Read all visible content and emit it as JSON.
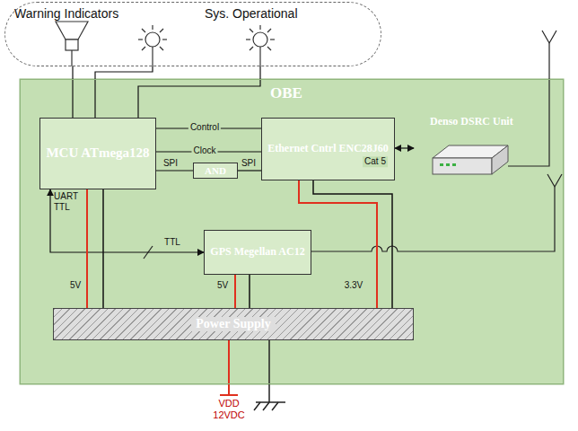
{
  "diagram": {
    "nodes": [
      {
        "text": [
          "Warning Indicators",
          "Sys. Operational"
        ]
      },
      {
        "text": [
          "OBE"
        ]
      },
      {
        "text": [
          "MCU ATmega128"
        ],
        "in": 1
      },
      {
        "text": [
          "Ethernet Cntrl ENC28J60"
        ],
        "in": 1
      },
      {
        "text": [
          "AND"
        ],
        "in": 1
      },
      {
        "text": [
          "Denso DSRC Unit"
        ],
        "in": 1
      },
      {
        "text": [
          "GPS Megellan AC12"
        ],
        "in": 1
      },
      {
        "text": [
          "Power Supply"
        ],
        "in": 1
      }
    ],
    "edges": [
      {
        "from": 2,
        "to": 3,
        "label": "Control",
        "arrow": "none"
      },
      {
        "from": 2,
        "to": 3,
        "label": "Clock",
        "arrow": "none"
      },
      {
        "from": 2,
        "to": 4,
        "label": "SPI",
        "arrow": "none"
      },
      {
        "from": 4,
        "to": 3,
        "label": "SPI",
        "arrow": "none"
      },
      {
        "from": 3,
        "to": 5,
        "label": "Cat 5",
        "arrow": "both"
      },
      {
        "from": 6,
        "to": 2,
        "label": "TTL",
        "arrow": "both"
      },
      {
        "from": 7,
        "to": 2,
        "label": "5V",
        "arrow": "none"
      },
      {
        "from": 7,
        "to": 2,
        "arrow": "none"
      },
      {
        "from": 7,
        "to": 6,
        "label": "5V",
        "arrow": "none"
      },
      {
        "from": 7,
        "to": 6,
        "arrow": "none"
      },
      {
        "from": 7,
        "to": 3,
        "label": "3.3V",
        "arrow": "none"
      },
      {
        "from": 7,
        "to": 3,
        "arrow": "none"
      },
      {
        "from": 2,
        "to": 0,
        "arrow": "none"
      },
      {
        "from": 2,
        "to": 0,
        "arrow": "none"
      },
      {
        "from": 2,
        "to": 0,
        "arrow": "none"
      }
    ],
    "labels": [
      "UART TTL",
      "VDD 12VDC"
    ]
  }
}
